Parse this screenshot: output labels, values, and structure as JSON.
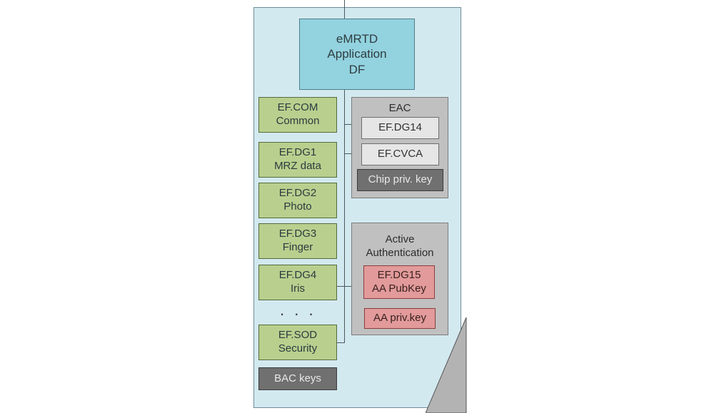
{
  "df": {
    "line1": "eMRTD",
    "line2": "Application",
    "line3": "DF"
  },
  "ef": {
    "com": {
      "line1": "EF.COM",
      "line2": "Common"
    },
    "dg1": {
      "line1": "EF.DG1",
      "line2": "MRZ data"
    },
    "dg2": {
      "line1": "EF.DG2",
      "line2": "Photo"
    },
    "dg3": {
      "line1": "EF.DG3",
      "line2": "Finger"
    },
    "dg4": {
      "line1": "EF.DG4",
      "line2": "Iris"
    },
    "ellipsis": ". . .",
    "sod": {
      "line1": "EF.SOD",
      "line2": "Security"
    },
    "bac": "BAC keys"
  },
  "eac": {
    "title": "EAC",
    "dg14": "EF.DG14",
    "cvca": "EF.CVCA",
    "chip_key": "Chip priv. key"
  },
  "aa": {
    "title_line1": "Active",
    "title_line2": "Authentication",
    "dg15_line1": "EF.DG15",
    "dg15_line2": "AA PubKey",
    "priv_key": "AA priv.key"
  }
}
